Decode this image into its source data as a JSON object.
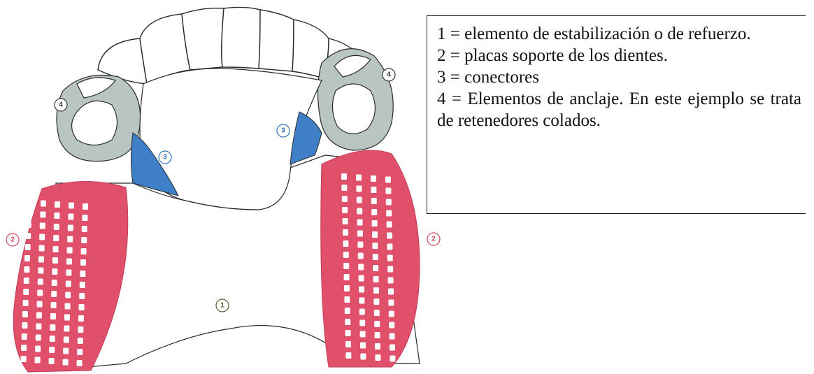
{
  "diagram": {
    "markers": {
      "stabilizer": "1",
      "plate_left": "2",
      "plate_right": "2",
      "connector_left": "3",
      "connector_right": "3",
      "clasp_left": "4",
      "clasp_right": "4"
    },
    "colors": {
      "outline": "#2a2a2a",
      "base": "#ffffff",
      "retention_grid": "#e0506a",
      "retention_grid_light": "#f2a0b0",
      "connector": "#3f7fc8",
      "clasp": "#b9c5c3",
      "marker_stabilizer": "#5a5a2a",
      "marker_plate": "#d2475e",
      "marker_connector": "#2c6fb8",
      "marker_clasp": "#333333"
    }
  },
  "legend": {
    "item1": "1 = elemento de estabilización o de refuerzo.",
    "item2": "2 = placas soporte de los dientes.",
    "item3": "3 = conectores",
    "item4": "4 = Elementos de anclaje. En este ejemplo se trata de retenedores colados."
  }
}
